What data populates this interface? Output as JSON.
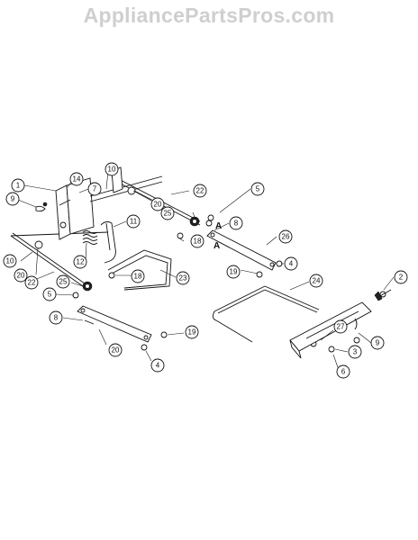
{
  "watermark": "AppliancePartsPros.com",
  "callouts": [
    {
      "id": "c1",
      "label": "1"
    },
    {
      "id": "c2",
      "label": "2"
    },
    {
      "id": "c3",
      "label": "3"
    },
    {
      "id": "c4a",
      "label": "4"
    },
    {
      "id": "c4b",
      "label": "4"
    },
    {
      "id": "c5a",
      "label": "5"
    },
    {
      "id": "c5b",
      "label": "5"
    },
    {
      "id": "c6",
      "label": "6"
    },
    {
      "id": "c7",
      "label": "7"
    },
    {
      "id": "c8a",
      "label": "8"
    },
    {
      "id": "c8b",
      "label": "8"
    },
    {
      "id": "c9a",
      "label": "9"
    },
    {
      "id": "c9b",
      "label": "9"
    },
    {
      "id": "c10a",
      "label": "10"
    },
    {
      "id": "c10b",
      "label": "10"
    },
    {
      "id": "c11",
      "label": "11"
    },
    {
      "id": "c12",
      "label": "12"
    },
    {
      "id": "c14",
      "label": "14"
    },
    {
      "id": "c18a",
      "label": "18"
    },
    {
      "id": "c18b",
      "label": "18"
    },
    {
      "id": "c19a",
      "label": "19"
    },
    {
      "id": "c19b",
      "label": "19"
    },
    {
      "id": "c20a",
      "label": "20"
    },
    {
      "id": "c20b",
      "label": "20"
    },
    {
      "id": "c20c",
      "label": "20"
    },
    {
      "id": "c22a",
      "label": "22"
    },
    {
      "id": "c22b",
      "label": "22"
    },
    {
      "id": "c23",
      "label": "23"
    },
    {
      "id": "c24",
      "label": "24"
    },
    {
      "id": "c25a",
      "label": "25"
    },
    {
      "id": "c25b",
      "label": "25"
    },
    {
      "id": "c26",
      "label": "26"
    },
    {
      "id": "c27",
      "label": "27"
    }
  ],
  "markers": [
    {
      "id": "a1",
      "label": "A"
    },
    {
      "id": "a2",
      "label": "A"
    }
  ]
}
